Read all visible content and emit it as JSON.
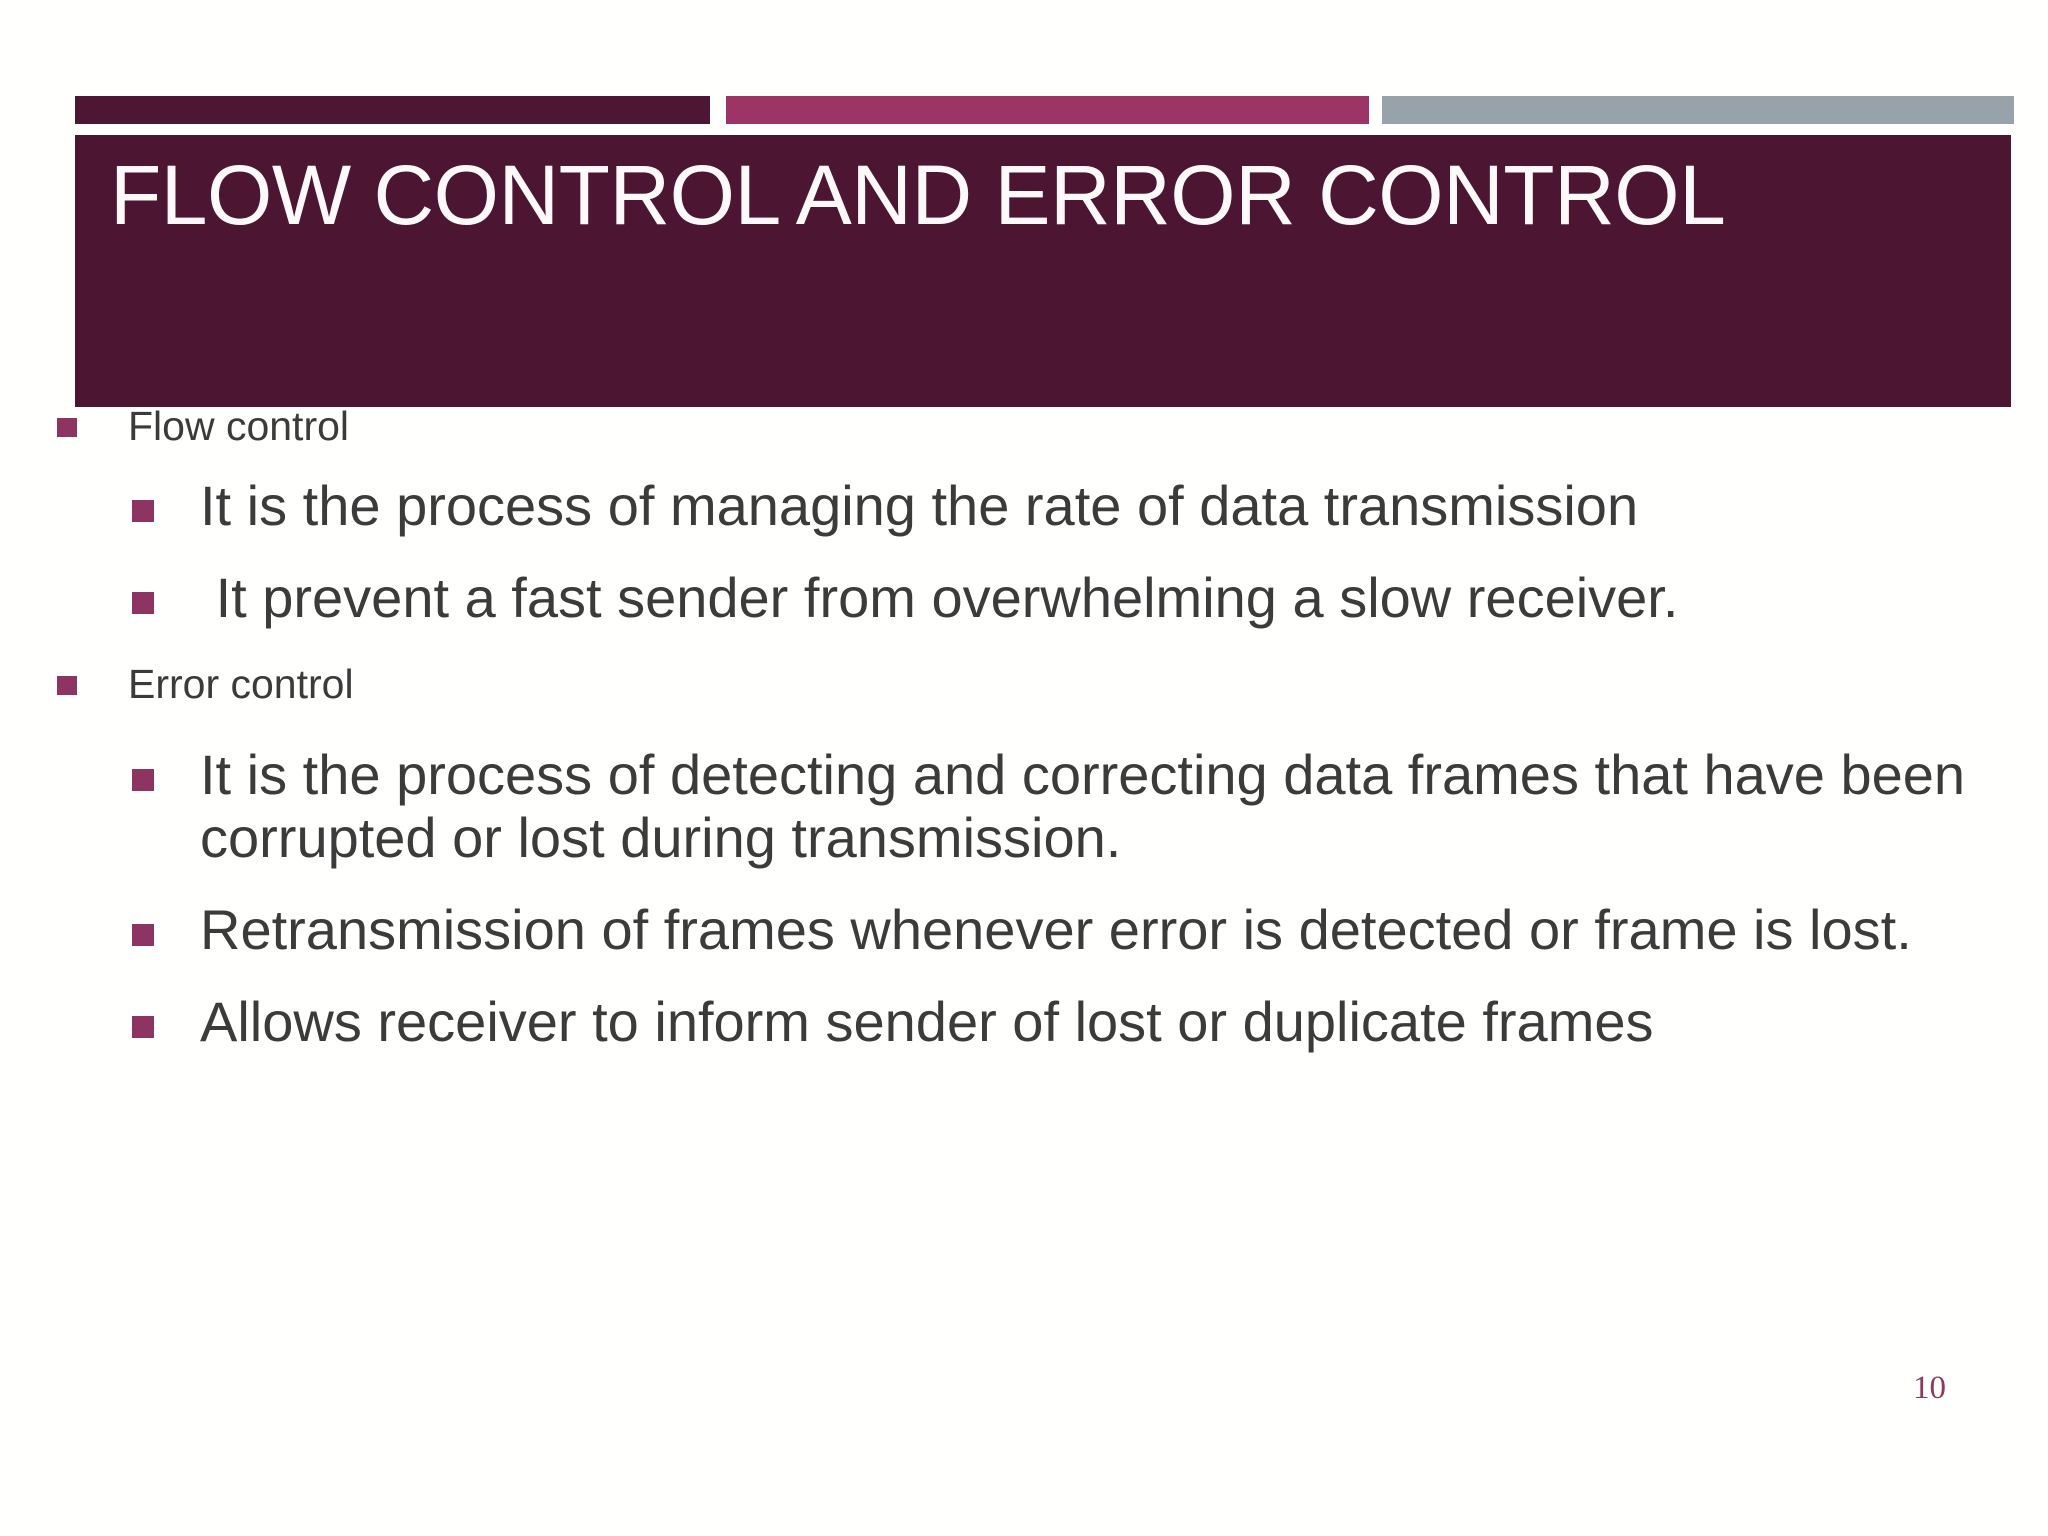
{
  "slide": {
    "title": "FLOW CONTROL AND ERROR CONTROL",
    "page_number": "10",
    "colors": {
      "title_background": "#4C1531",
      "accent_dark": "#4D1733",
      "accent_magenta": "#9D3466",
      "accent_gray": "#97A2AB",
      "bullet_square": "#8E3462",
      "body_text": "#3B3B3B",
      "page_number": "#8C3A5E",
      "slide_background": "#FFFFFD"
    },
    "content": [
      {
        "level": 1,
        "text": "Flow control"
      },
      {
        "level": 2,
        "text": "It is the process of managing the rate of data transmission"
      },
      {
        "level": 2,
        "text": " It prevent a fast sender from overwhelming a slow receiver."
      },
      {
        "level": 1,
        "text": "Error control"
      },
      {
        "level": 2,
        "text": "It is the process of detecting and correcting data frames that have been corrupted or lost during transmission."
      },
      {
        "level": 2,
        "text": "Retransmission of frames whenever error is detected or frame is lost."
      },
      {
        "level": 2,
        "text": "Allows receiver to inform sender of lost or duplicate frames"
      }
    ]
  }
}
